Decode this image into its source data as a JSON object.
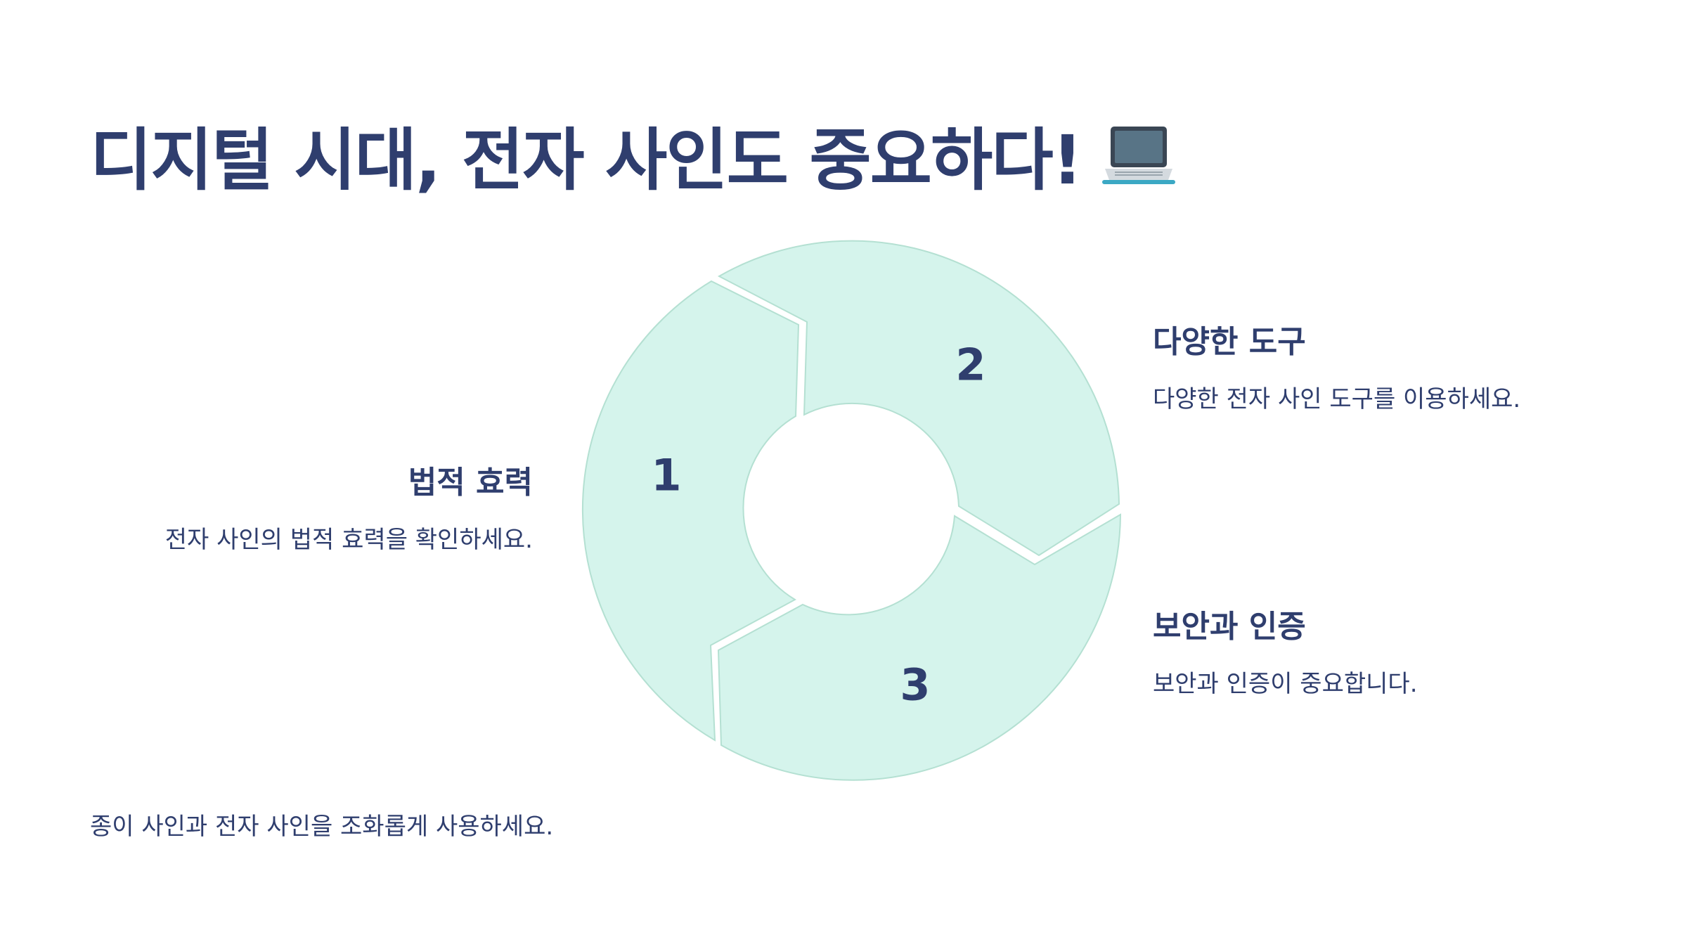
{
  "title": "디지털 시대, 전자 사인도 중요하다!",
  "title_icon": "laptop-icon",
  "colors": {
    "text": "#2f3e6e",
    "segment_fill": "#d5f4ec",
    "segment_stroke": "#b4e0d2",
    "background": "#ffffff"
  },
  "cycle": {
    "segments": [
      {
        "number": "1",
        "title": "법적 효력",
        "description": "전자 사인의 법적 효력을 확인하세요."
      },
      {
        "number": "2",
        "title": "다양한 도구",
        "description": "다양한 전자 사인 도구를 이용하세요."
      },
      {
        "number": "3",
        "title": "보안과 인증",
        "description": "보안과 인증이 중요합니다."
      }
    ]
  },
  "footer_note": "종이 사인과 전자 사인을 조화롭게 사용하세요."
}
